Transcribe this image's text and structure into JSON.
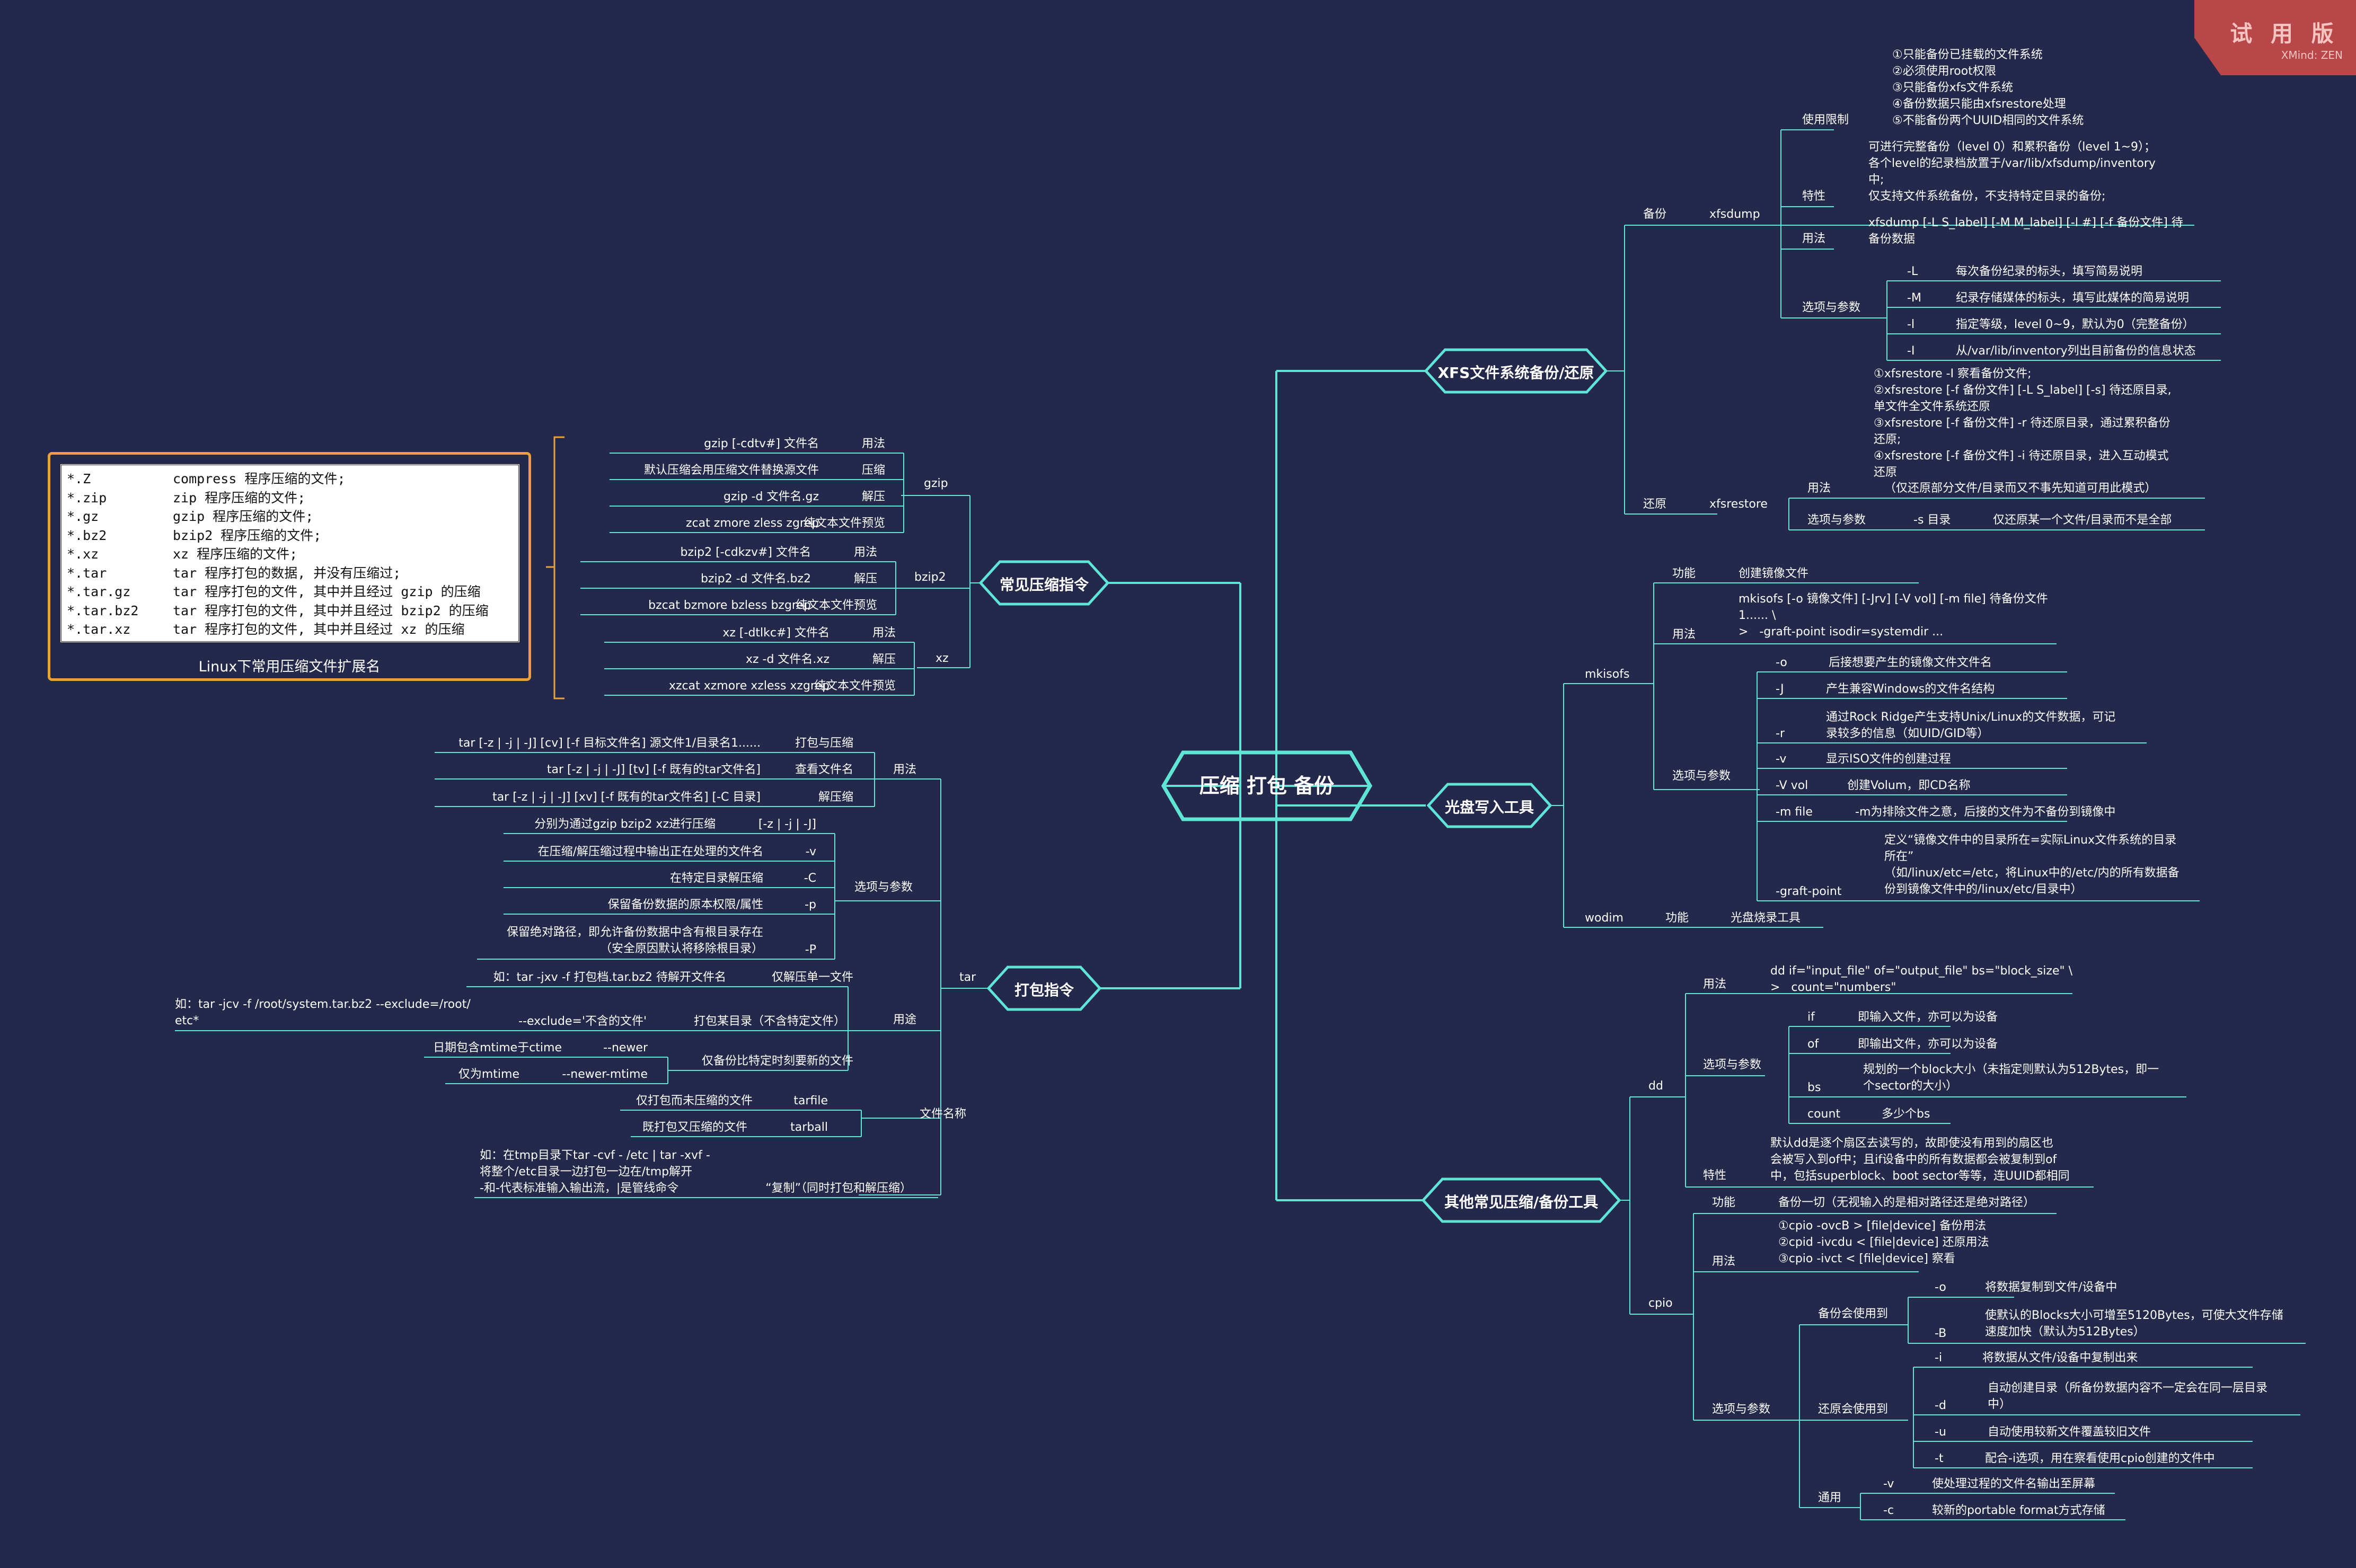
{
  "central": "压缩 打包 备份",
  "main_branches": {
    "xfs": "XFS文件系统备份/还原",
    "compress": "常见压缩指令",
    "optical": "光盘写入工具",
    "pack": "打包指令",
    "other": "其他常见压缩/备份工具"
  },
  "trial": {
    "title": "试 用 版",
    "sub": "XMind: ZEN"
  },
  "ext_table": {
    "caption": "Linux下常用压缩文件扩展名",
    "rows": [
      {
        "ext": "*.Z",
        "desc": "compress 程序压缩的文件;"
      },
      {
        "ext": "*.zip",
        "desc": "zip 程序压缩的文件;"
      },
      {
        "ext": "*.gz",
        "desc": "gzip 程序压缩的文件;"
      },
      {
        "ext": "*.bz2",
        "desc": "bzip2 程序压缩的文件;"
      },
      {
        "ext": "*.xz",
        "desc": "xz 程序压缩的文件;"
      },
      {
        "ext": "*.tar",
        "desc": "tar 程序打包的数据, 并没有压缩过;"
      },
      {
        "ext": "*.tar.gz",
        "desc": "tar 程序打包的文件, 其中并且经过 gzip 的压缩"
      },
      {
        "ext": "*.tar.bz2",
        "desc": "tar 程序打包的文件, 其中并且经过 bzip2 的压缩"
      },
      {
        "ext": "*.tar.xz",
        "desc": "tar 程序打包的文件, 其中并且经过 xz 的压缩"
      }
    ]
  },
  "xfs": {
    "backup": "备份",
    "xfsdump": "xfsdump",
    "usage_limit_label": "使用限制",
    "usage_limits": "①只能备份已挂载的文件系统\n②必须使用root权限\n③只能备份xfs文件系统\n④备份数据只能由xfsrestore处理\n⑤不能备份两个UUID相同的文件系统",
    "feature_label": "特性",
    "feature_text": "可进行完整备份（level 0）和累积备份（level 1~9）；\n各个level的纪录档放置于/var/lib/xfsdump/inventory\n中;\n仅支持文件系统备份，不支持特定目录的备份;",
    "usage_label": "用法",
    "usage_text": "xfsdump [-L S_label] [-M M_label] [-l #] [-f 备份文件] 待\n备份数据",
    "options_label": "选项与参数",
    "options": [
      {
        "flag": "-L",
        "desc": "每次备份纪录的标头，填写简易说明"
      },
      {
        "flag": "-M",
        "desc": "纪录存储媒体的标头，填写此媒体的简易说明"
      },
      {
        "flag": "-l",
        "desc": "指定等级，level 0~9，默认为0（完整备份）"
      },
      {
        "flag": "-I",
        "desc": "从/var/lib/inventory列出目前备份的信息状态"
      }
    ],
    "restore": "还原",
    "xfsrestore": "xfsrestore",
    "restore_usage_label": "用法",
    "restore_usage_text": "①xfsrestore -I 察看备份文件;\n②xfsrestore [-f 备份文件] [-L S_label] [-s] 待还原目录,\n单文件全文件系统还原\n③xfsrestore [-f 备份文件] -r 待还原目录，通过累积备份\n还原;\n④xfsrestore [-f 备份文件] -i 待还原目录，进入互动模式\n还原",
    "restore_usage_note": "（仅还原部分文件/目录而又不事先知道可用此模式）",
    "restore_options_label": "选项与参数",
    "restore_option_flag": "-s 目录",
    "restore_option_desc": "仅还原某一个文件/目录而不是全部"
  },
  "compress": {
    "gzip": "gzip",
    "gzip_items": [
      {
        "cmd": "gzip [-cdtv#] 文件名",
        "type": "用法"
      },
      {
        "cmd": "默认压缩会用压缩文件替换源文件",
        "type": "压缩"
      },
      {
        "cmd": "gzip -d 文件名.gz",
        "type": "解压"
      },
      {
        "cmd": "zcat zmore zless zgrep",
        "type": "纯文本文件预览"
      }
    ],
    "bzip2": "bzip2",
    "bzip2_items": [
      {
        "cmd": "bzip2 [-cdkzv#] 文件名",
        "type": "用法"
      },
      {
        "cmd": "bzip2 -d 文件名.bz2",
        "type": "解压"
      },
      {
        "cmd": "bzcat bzmore bzless bzgrep",
        "type": "纯文本文件预览"
      }
    ],
    "xz": "xz",
    "xz_items": [
      {
        "cmd": "xz [-dtlkc#] 文件名",
        "type": "用法"
      },
      {
        "cmd": "xz -d 文件名.xz",
        "type": "解压"
      },
      {
        "cmd": "xzcat xzmore xzless xzgrep",
        "type": "纯文本文件预览"
      }
    ]
  },
  "pack": {
    "tar": "tar",
    "usage_label": "用法",
    "usage_items": [
      {
        "cmd": "tar [-z | -j | -J] [cv] [-f 目标文件名] 源文件1/目录名1......",
        "type": "打包与压缩"
      },
      {
        "cmd": "tar [-z | -j | -J] [tv] [-f 既有的tar文件名]",
        "type": "查看文件名"
      },
      {
        "cmd": "tar [-z | -j | -J] [xv] [-f 既有的tar文件名] [-C 目录]",
        "type": "解压缩"
      }
    ],
    "options_label": "选项与参数",
    "options": [
      {
        "desc": "分别为通过gzip bzip2 xz进行压缩",
        "flag": "[-z | -j | -J]"
      },
      {
        "desc": "在压缩/解压缩过程中输出正在处理的文件名",
        "flag": "-v"
      },
      {
        "desc": "在特定目录解压缩",
        "flag": "-C"
      },
      {
        "desc": "保留备份数据的原本权限/属性",
        "flag": "-p"
      },
      {
        "desc": "保留绝对路径，即允许备份数据中含有根目录存在\n（安全原因默认将移除根目录）",
        "flag": "-P"
      }
    ],
    "purpose_label": "用途",
    "purpose_single_ex": "如：tar -jxv -f 打包档.tar.bz2 待解开文件名",
    "purpose_single": "仅解压单一文件",
    "purpose_exclude_ex": "如：tar -jcv -f /root/system.tar.bz2 --exclude=/root/\netc*",
    "purpose_exclude_flag": "--exclude='不含的文件'",
    "purpose_exclude": "打包某目录（不含特定文件）",
    "purpose_newer_a": "日期包含mtime于ctime",
    "purpose_newer_a_flag": "--newer",
    "purpose_newer_b": "仅为mtime",
    "purpose_newer_b_flag": "--newer-mtime",
    "purpose_newer": "仅备份比特定时刻要新的文件",
    "filename_label": "文件名称",
    "filenames": [
      {
        "desc": "仅打包而未压缩的文件",
        "name": "tarfile"
      },
      {
        "desc": "既打包又压缩的文件",
        "name": "tarball"
      }
    ],
    "pipe_ex": "如：在tmp目录下tar -cvf - /etc | tar -xvf -\n将整个/etc目录一边打包一边在/tmp解开\n-和-代表标准输入输出流，|是管线命令",
    "pipe_label": "“复制”（同时打包和解压缩）"
  },
  "optical": {
    "mkisofs": "mkisofs",
    "func_label": "功能",
    "func_text": "创建镜像文件",
    "usage_label": "用法",
    "usage_text": "mkisofs [-o 镜像文件] [-Jrv] [-V vol] [-m file] 待备份文件\n1...... \\\n>   -graft-point isodir=systemdir ...",
    "options_label": "选项与参数",
    "options": [
      {
        "flag": "-o",
        "desc": "后接想要产生的镜像文件文件名"
      },
      {
        "flag": "-J",
        "desc": "产生兼容Windows的文件名结构"
      },
      {
        "flag": "-r",
        "desc": "通过Rock Ridge产生支持Unix/Linux的文件数据，可记\n录较多的信息（如UID/GID等）"
      },
      {
        "flag": "-v",
        "desc": "显示ISO文件的创建过程"
      },
      {
        "flag": "-V vol",
        "desc": "创建Volum，即CD名称"
      },
      {
        "flag": "-m file",
        "desc": "-m为排除文件之意，后接的文件为不备份到镜像中"
      },
      {
        "flag": "-graft-point",
        "desc": "定义“镜像文件中的目录所在=实际Linux文件系统的目录\n所在”\n（如/linux/etc=/etc，将Linux中的/etc/内的所有数据备\n份到镜像文件中的/linux/etc/目录中）"
      }
    ],
    "wodim": "wodim",
    "wodim_func_label": "功能",
    "wodim_func": "光盘烧录工具"
  },
  "other": {
    "dd": "dd",
    "dd_usage_label": "用法",
    "dd_usage": "dd if=\"input_file\" of=\"output_file\" bs=\"block_size\" \\\n>   count=\"numbers\"",
    "dd_options_label": "选项与参数",
    "dd_options": [
      {
        "flag": "if",
        "desc": "即输入文件，亦可以为设备"
      },
      {
        "flag": "of",
        "desc": "即输出文件，亦可以为设备"
      },
      {
        "flag": "bs",
        "desc": "规划的一个block大小（未指定则默认为512Bytes，即一\n个sector的大小）"
      },
      {
        "flag": "count",
        "desc": "多少个bs"
      }
    ],
    "dd_feature_label": "特性",
    "dd_feature": "默认dd是逐个扇区去读写的，故即使没有用到的扇区也\n会被写入到of中；且if设备中的所有数据都会被复制到of\n中，包括superblock、boot sector等等，连UUID都相同",
    "cpio": "cpio",
    "cpio_func_label": "功能",
    "cpio_func": "备份一切（无视输入的是相对路径还是绝对路径）",
    "cpio_usage_label": "用法",
    "cpio_usage": "①cpio -ovcB > [file|device] 备份用法\n②cpid -ivcdu < [file|device] 还原用法\n③cpio -ivct < [file|device] 察看",
    "cpio_options_label": "选项与参数",
    "backup_group": "备份会使用到",
    "backup_opts": [
      {
        "flag": "-o",
        "desc": "将数据复制到文件/设备中"
      },
      {
        "flag": "-B",
        "desc": "使默认的Blocks大小可增至5120Bytes，可使大文件存储\n速度加快（默认为512Bytes）"
      }
    ],
    "restore_group": "还原会使用到",
    "restore_opts": [
      {
        "flag": "-i",
        "desc": "将数据从文件/设备中复制出来"
      },
      {
        "flag": "-d",
        "desc": "自动创建目录（所备份数据内容不一定会在同一层目录\n中）"
      },
      {
        "flag": "-u",
        "desc": "自动使用较新文件覆盖较旧文件"
      },
      {
        "flag": "-t",
        "desc": "配合-i选项，用在察看使用cpio创建的文件中"
      }
    ],
    "common_group": "通用",
    "common_opts": [
      {
        "flag": "-v",
        "desc": "使处理过程的文件名输出至屏幕"
      },
      {
        "flag": "-c",
        "desc": "较新的portable format方式存储"
      }
    ]
  }
}
